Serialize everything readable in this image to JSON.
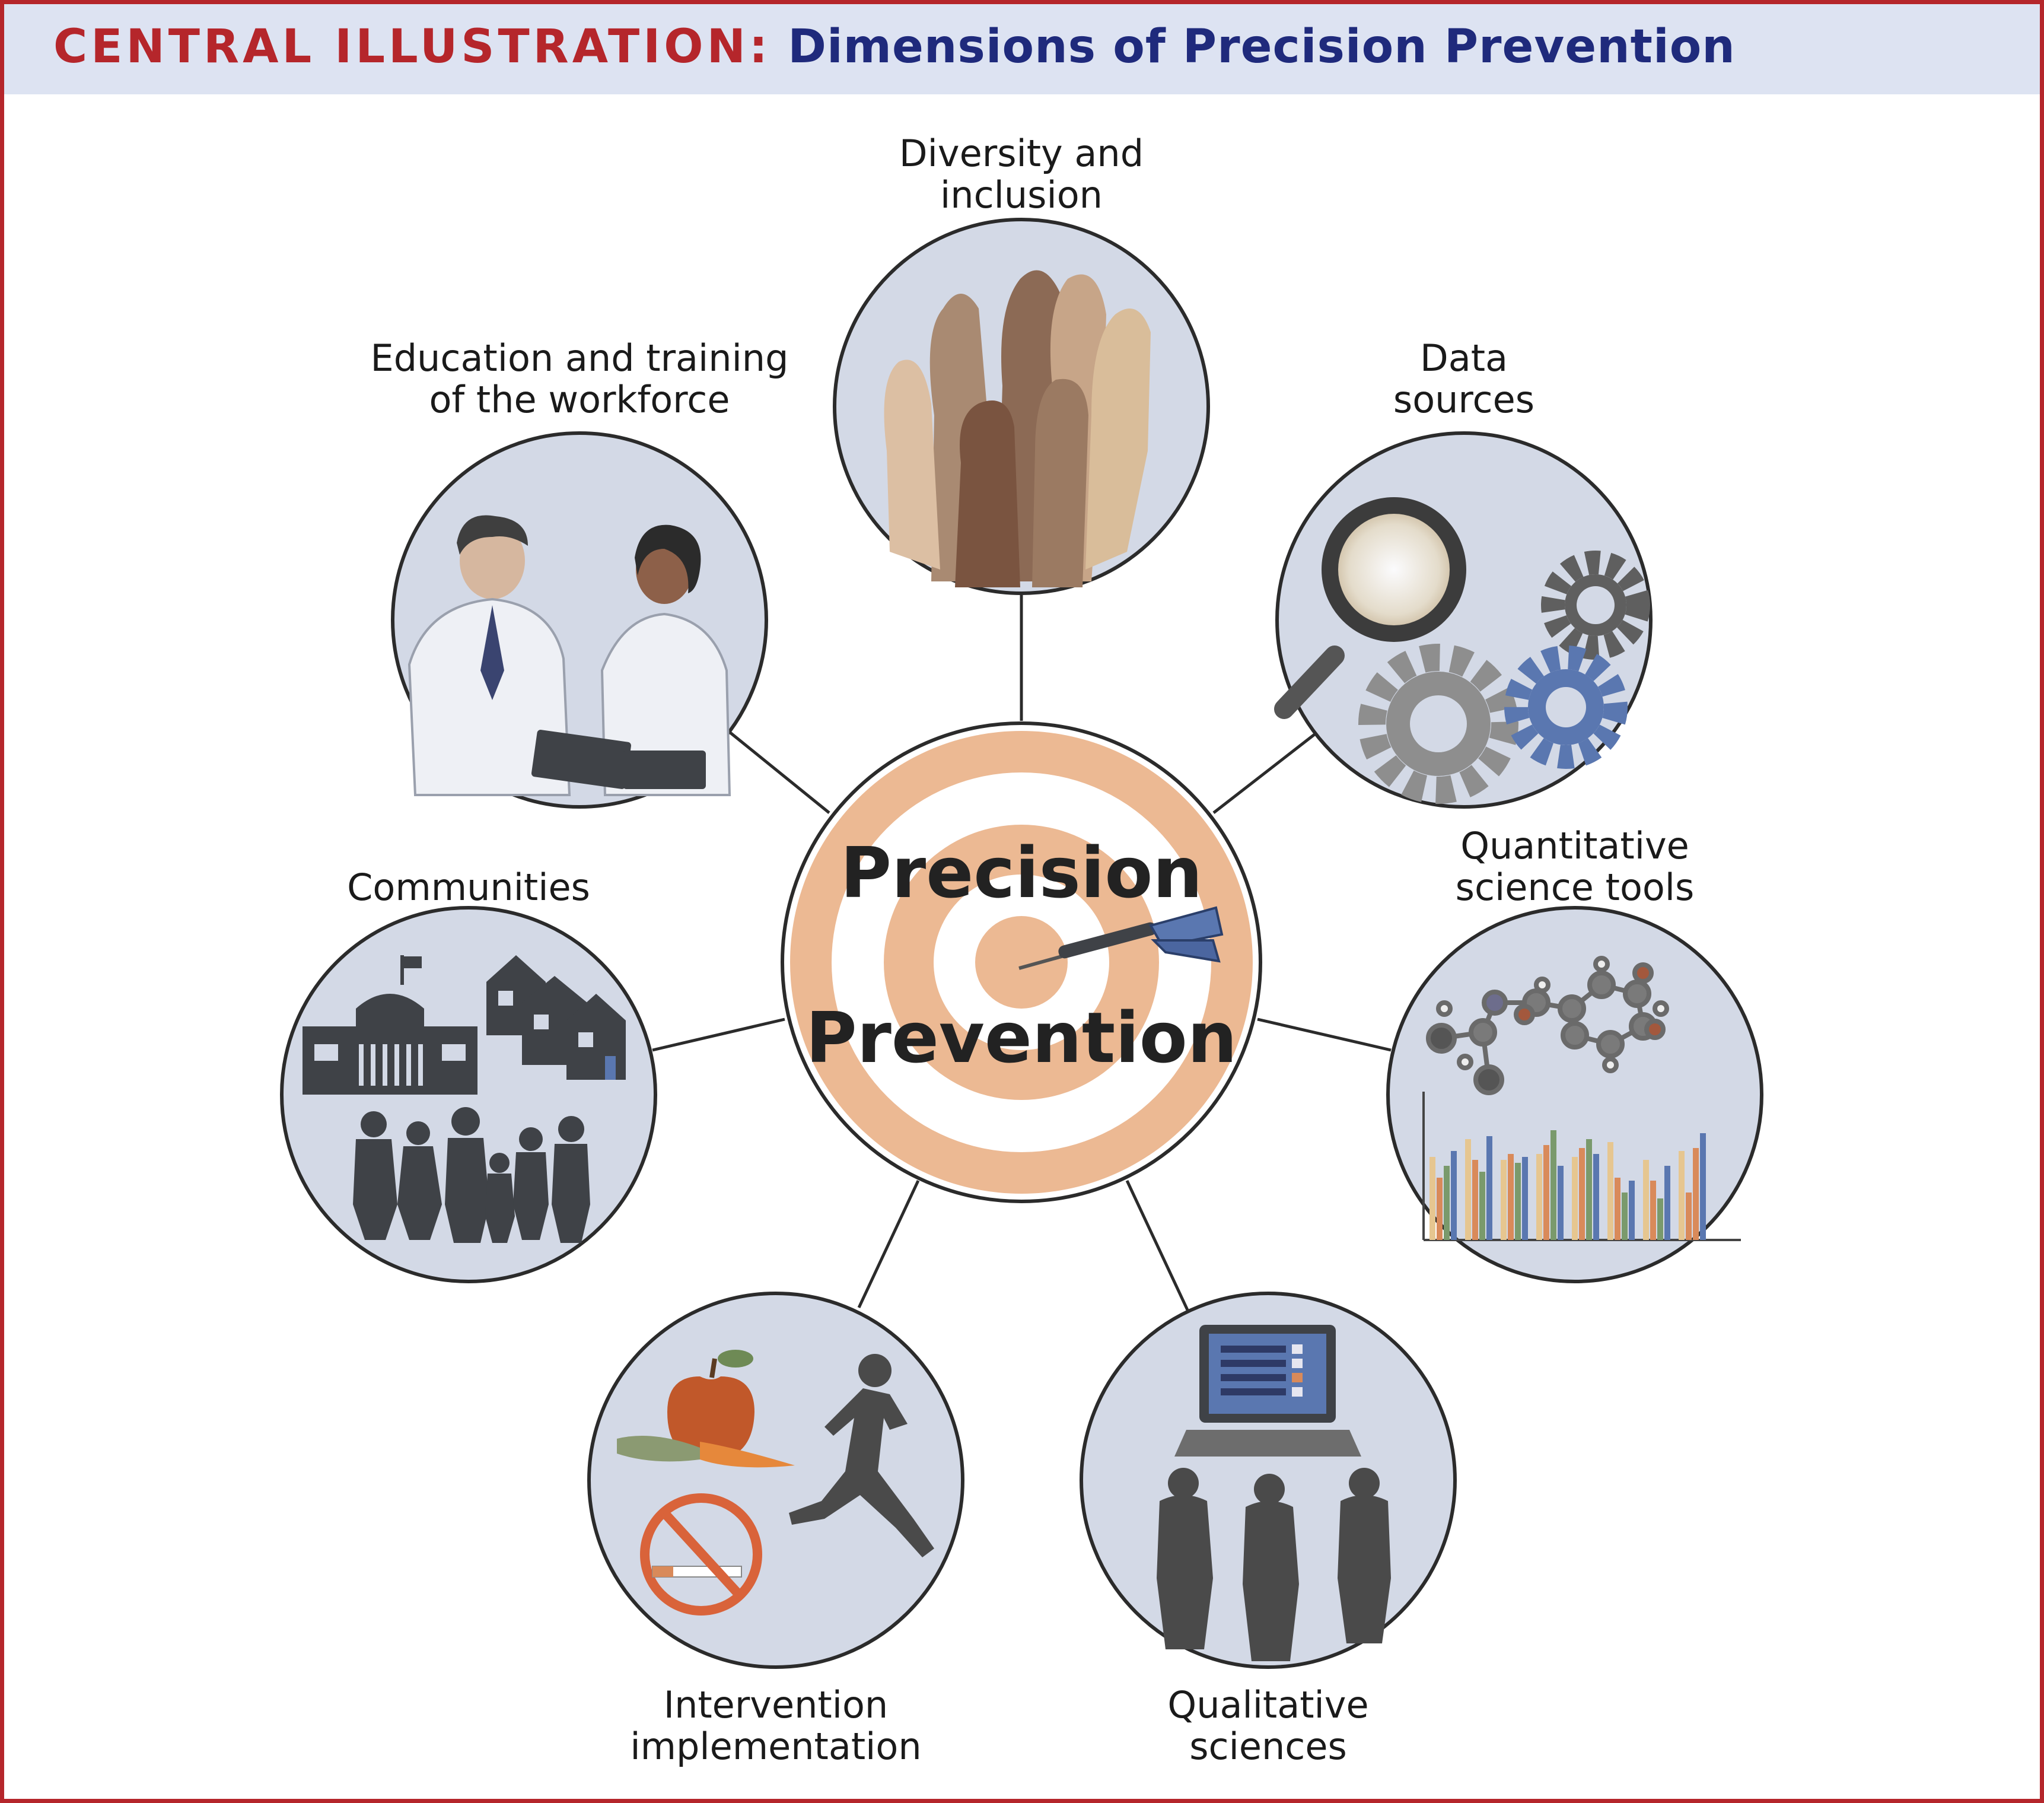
{
  "header": {
    "prefix": "CENTRAL ILLUSTRATION:",
    "title": "Dimensions of Precision Prevention"
  },
  "center": {
    "line1": "Precision",
    "line2": "Prevention"
  },
  "nodes": [
    {
      "id": "diversity",
      "label_lines": [
        "Diversity and",
        "inclusion"
      ],
      "icon": "raised-hands-icon"
    },
    {
      "id": "data-sources",
      "label_lines": [
        "Data",
        "sources"
      ],
      "icon": "magnifier-gears-icon"
    },
    {
      "id": "quantitative",
      "label_lines": [
        "Quantitative",
        "science tools"
      ],
      "icon": "molecule-barchart-icon"
    },
    {
      "id": "qualitative",
      "label_lines": [
        "Qualitative",
        "sciences"
      ],
      "icon": "laptop-survey-people-icon"
    },
    {
      "id": "intervention",
      "label_lines": [
        "Intervention",
        "implementation"
      ],
      "icon": "apple-runner-nosmoking-icon"
    },
    {
      "id": "communities",
      "label_lines": [
        "Communities"
      ],
      "icon": "buildings-people-icon"
    },
    {
      "id": "education",
      "label_lines": [
        "Education and training",
        "of the workforce"
      ],
      "icon": "doctors-tablet-icon"
    }
  ],
  "colors": {
    "frame": "#b5262b",
    "header_bg": "#dde3f2",
    "title_prefix": "#b5262b",
    "title_main": "#1f2a7c",
    "circle_fill": "#d3d9e6",
    "target_ring": "#ecb993",
    "silhouette": "#4a4a4a",
    "accent_blue": "#5a77b0"
  }
}
